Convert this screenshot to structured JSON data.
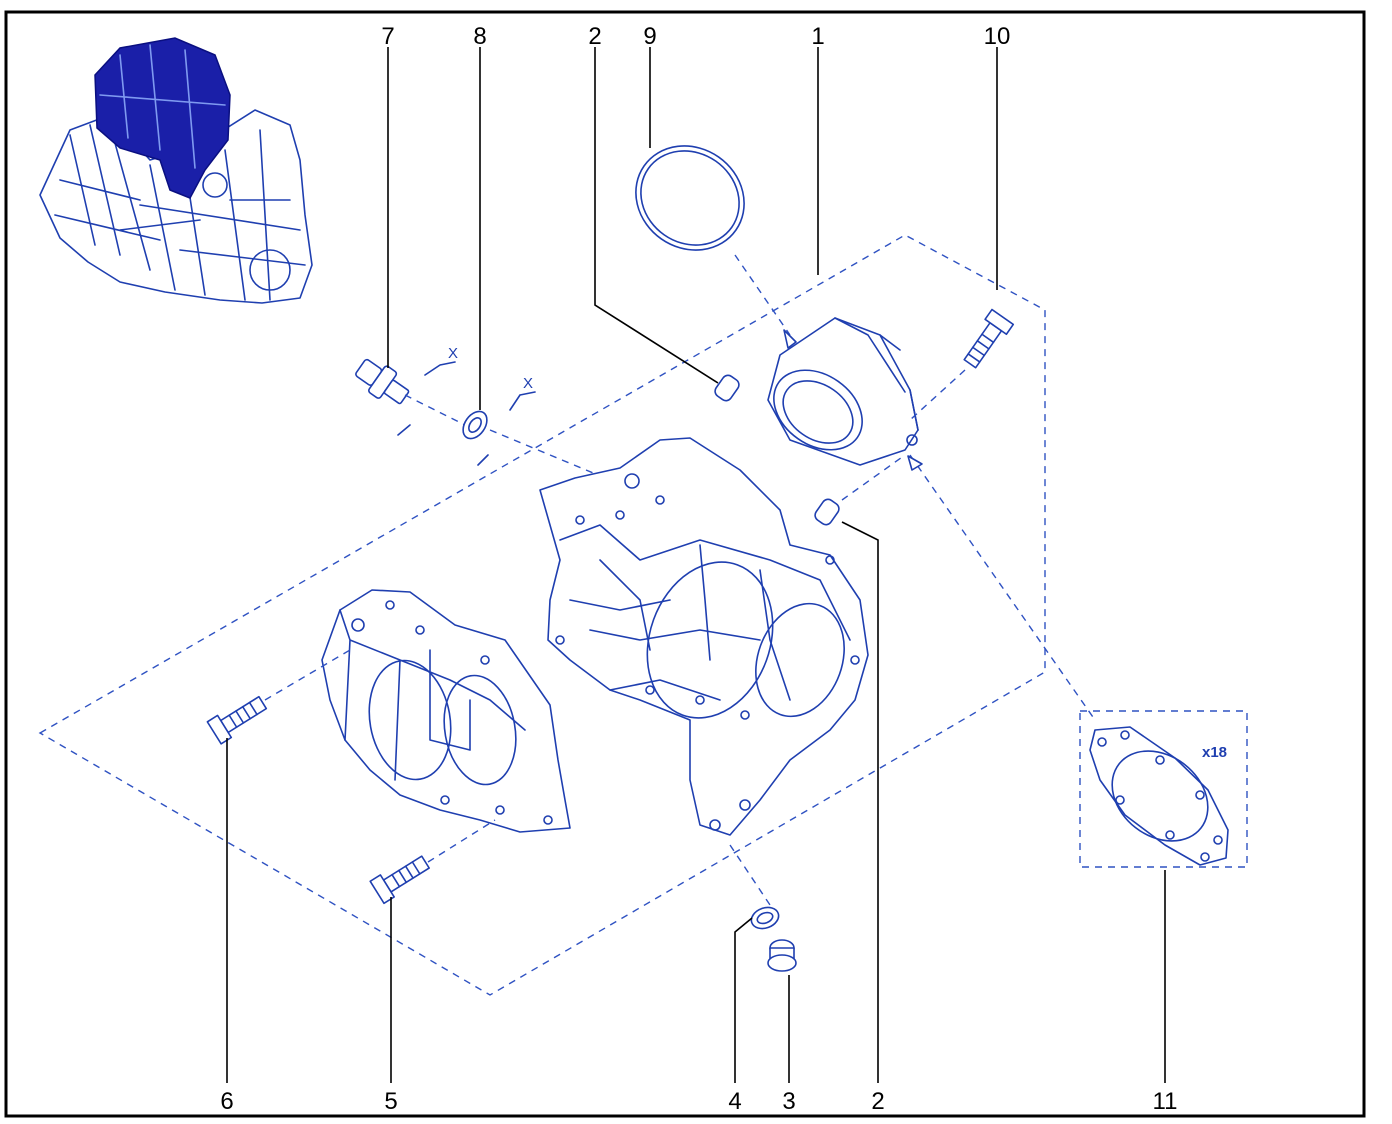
{
  "callouts": {
    "top": [
      "7",
      "8",
      "2",
      "9",
      "1",
      "10"
    ],
    "bottom": [
      "6",
      "5",
      "4",
      "3",
      "2",
      "11"
    ]
  },
  "annotations": {
    "dimension_a": "X",
    "dimension_b": "X",
    "quantity": "x18"
  },
  "colors": {
    "line_art": "#1f3fb0",
    "thumbnail_highlight": "#1a1fa8",
    "frame": "#000000"
  }
}
